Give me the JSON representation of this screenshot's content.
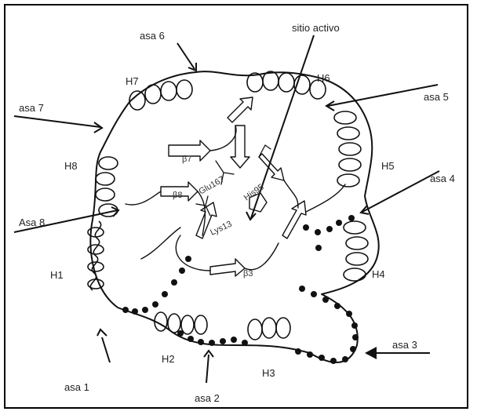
{
  "figure": {
    "labels": {
      "asa1": "asa 1",
      "asa2": "asa 2",
      "asa3": "asa 3",
      "asa4": "asa 4",
      "asa5": "asa 5",
      "asa6": "asa 6",
      "asa7": "asa 7",
      "asa8": "Asa 8",
      "sitio": "sitio activo",
      "h1": "H1",
      "h2": "H2",
      "h3": "H3",
      "h4": "H4",
      "h5": "H5",
      "h6": "H6",
      "h7": "H7",
      "h8": "H8",
      "b3": "β3",
      "b7": "β7",
      "b8": "β8",
      "glu": "Glu167",
      "his": "His95",
      "lys": "Lys13"
    }
  }
}
